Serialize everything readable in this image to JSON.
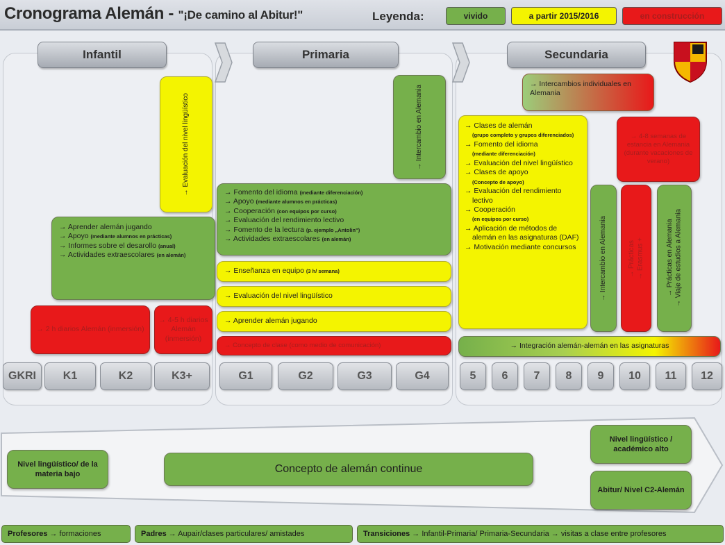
{
  "title": {
    "main": "Cronograma Alemán - ",
    "sub": "\"¡De camino al Abitur!\""
  },
  "legend": {
    "label": "Leyenda:",
    "items": [
      {
        "text": "vivido",
        "color": "#76b04b"
      },
      {
        "text": "a partir 2015/2016",
        "color": "#f4f400"
      },
      {
        "text": "en construcción",
        "color": "#e8191a"
      }
    ]
  },
  "stages": {
    "infantil": "Infantil",
    "primaria": "Primaria",
    "secundaria": "Secundaria"
  },
  "infantil": {
    "evaluacion": "→ Evaluación del nivel lingüístico",
    "green": {
      "l1": "→ Aprender alemán jugando",
      "l2a": "→ Apoyo ",
      "l2b": "(mediante alumnos en prácticas)",
      "l3a": "→ Informes sobre el desarollo ",
      "l3b": "(anual)",
      "l4a": "→ Actividades extraescolares ",
      "l4b": "(en alemán)"
    },
    "red1": "→ 2 h diarios Alemán (inmersión)",
    "red2": "→ 4-5 h diarios Alemán (inmersión)"
  },
  "primaria": {
    "intercambio": "→ Intercambio en Alemania",
    "green": {
      "l1a": "→ Fomento del idioma ",
      "l1b": "(mediante diferenciación)",
      "l2a": "→ Apoyo ",
      "l2b": "(mediante alumnos en prácticas)",
      "l3a": "→ Cooperación ",
      "l3b": "(con equipos por curso)",
      "l4": "→ Evaluación del rendimiento lectivo",
      "l5a": "→ Fomento de la lectura ",
      "l5b": "(p. ejemplo „Antolin\")",
      "l6a": "→ Actividades extraescolares ",
      "l6b": "(en alemán)"
    },
    "y1a": "→ Enseñanza en equipo ",
    "y1b": "(3 h/ semana)",
    "y2": "→ Evaluación del nivel lingüístico",
    "y3": "→ Aprender alemán jugando",
    "red": "→ Concepto de clase (como medio de comunicación)"
  },
  "secundaria": {
    "intercambios": "→ Intercambios individuales en Alemania",
    "yellow": {
      "l1a": "→ Clases de alemán",
      "l1b": "(grupo completo y grupos diferenciados)",
      "l2a": "→ Fomento del idioma",
      "l2b": "(mediante diferenciación)",
      "l3": "→ Evaluación del nivel lingüístico",
      "l4a": "→ Clases de apoyo",
      "l4b": "(Concepto de apoyo)",
      "l5": "→ Evaluación del rendimiento lectivo",
      "l6a": "→ Cooperación",
      "l6b": "(en equipos por curso)",
      "l7": "→ Aplicación de métodos de alemán en las asignaturas (DAF)",
      "l8": "→ Motivación mediante concursos"
    },
    "red_estancia": "→ 4-8 semanas de estancia en Alemania (durante vacaciones de verano)",
    "intercambio_v": "→ Intercambio en Alemania",
    "practicas_v": "→ Prácticas\n→ Erasmus +",
    "viaje_v": "→ Prácticas en Alemania\n→ Viaje de estudios a Alemania",
    "integracion": "→ Integración alemán-alemán en las asignaturas"
  },
  "grades": [
    "GKRI",
    "K1",
    "K2",
    "K3+",
    "G1",
    "G2",
    "G3",
    "G4",
    "5",
    "6",
    "7",
    "8",
    "9",
    "10",
    "11",
    "12"
  ],
  "bottom": {
    "nivel_bajo": "Nivel lingüístico/ de la materia bajo",
    "concepto": "Concepto de alemán continue",
    "nivel_alto": "Nivel lingüístico / académico alto",
    "abitur": "Abitur/ Nivel C2-Alemán"
  },
  "footer": {
    "f1b": "Profesores",
    "f1": " → formaciones",
    "f2b": "Padres",
    "f2": " → Aupair/clases particulares/ amistades",
    "f3b": "Transiciones",
    "f3": " → Infantil-Primaria/ Primaria-Secundaria → visitas a clase entre profesores"
  }
}
